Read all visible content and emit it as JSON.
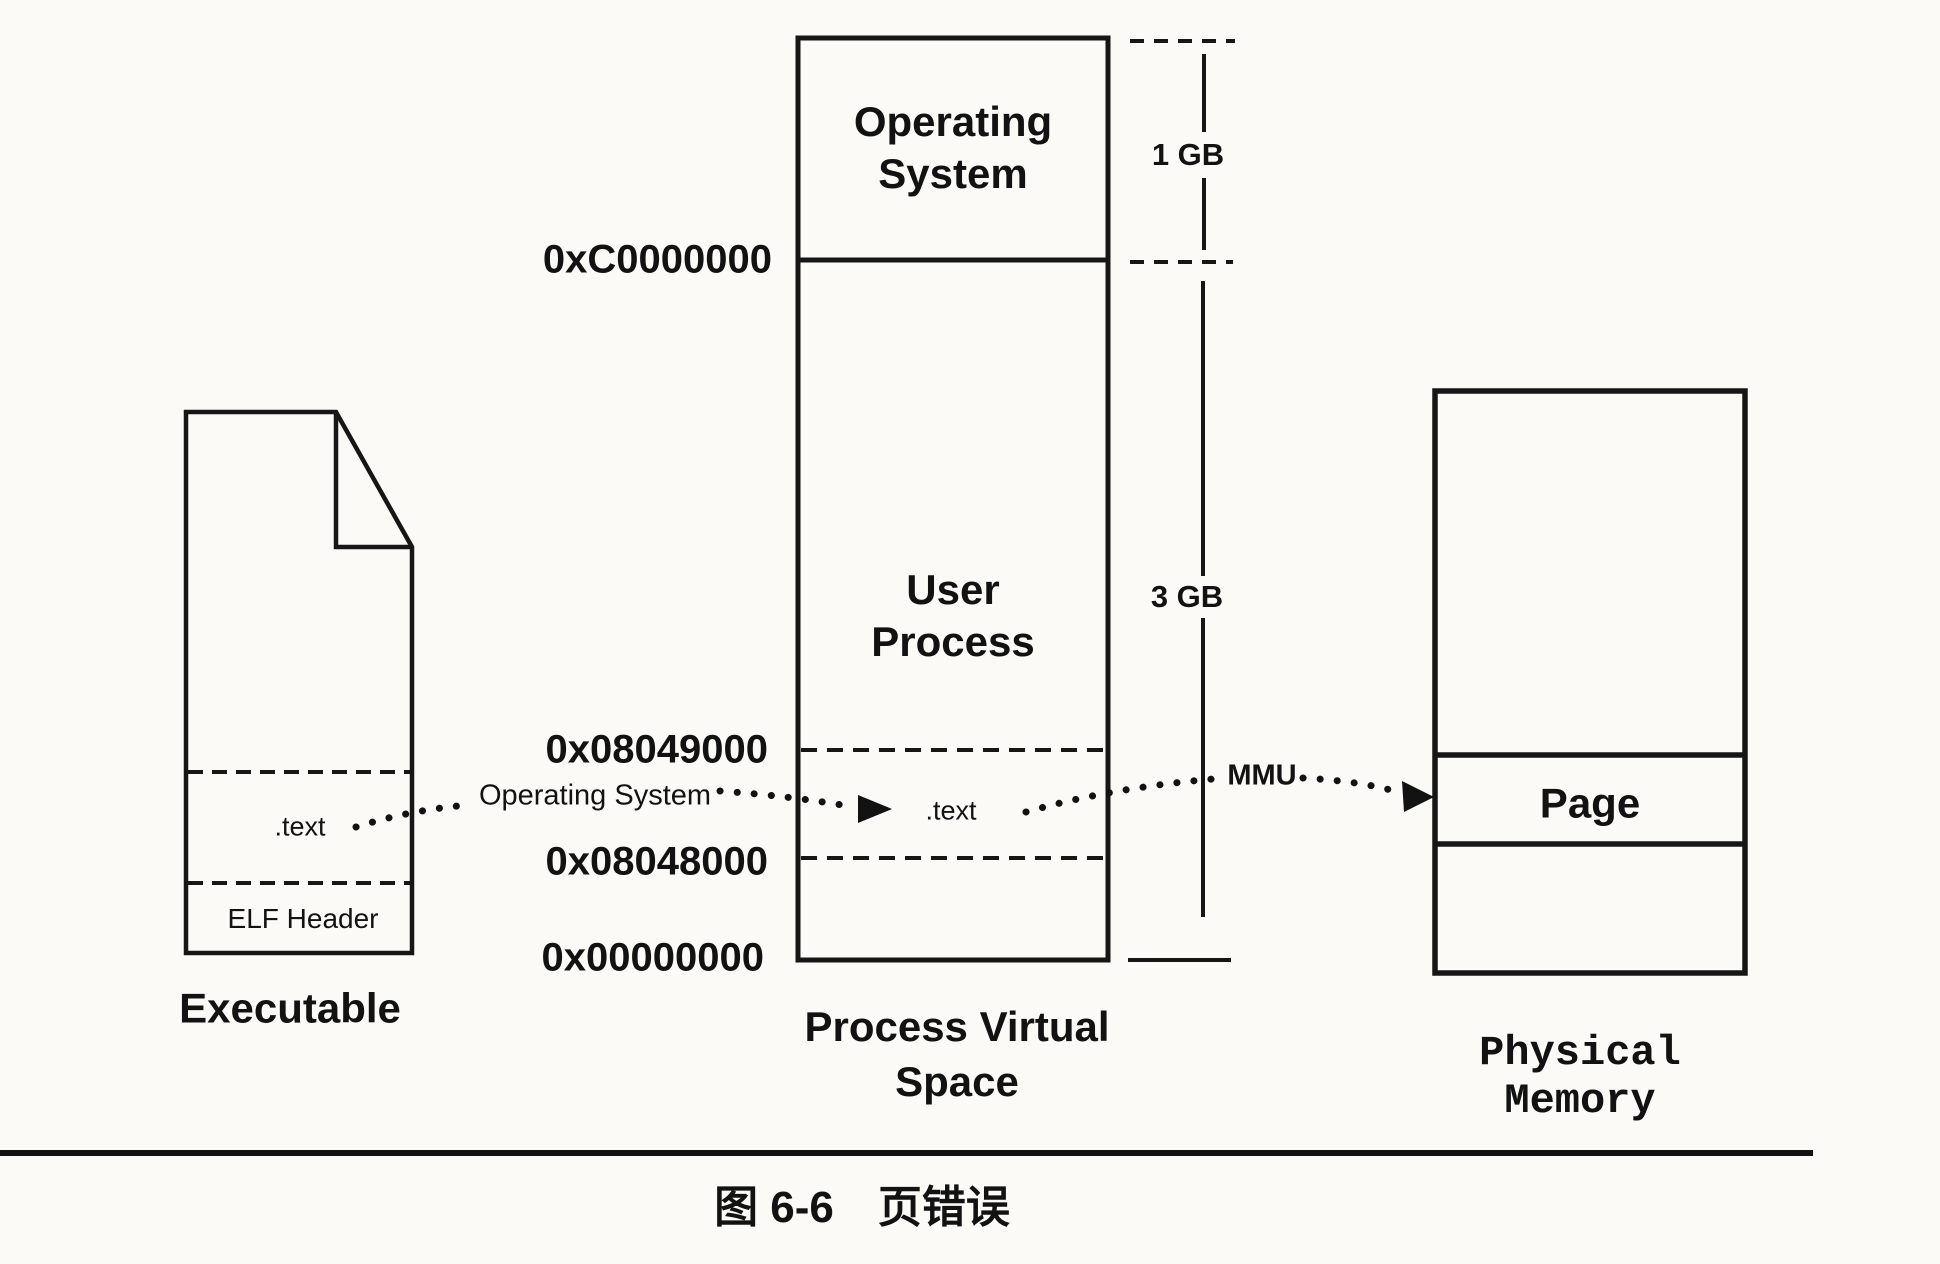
{
  "figure": {
    "caption": "图 6-6　页错误"
  },
  "executable": {
    "title": "Executable",
    "text_section": ".text",
    "elf_header": "ELF Header"
  },
  "virtual_space": {
    "title": "Process Virtual\nSpace",
    "os_region": "Operating\nSystem",
    "user_region": "User\nProcess",
    "text_section": ".text",
    "addresses": [
      "0xC0000000",
      "0x08049000",
      "0x08048000",
      "0x00000000"
    ],
    "os_size": "1 GB",
    "user_size": "3 GB"
  },
  "physical_memory": {
    "title": "Physical Memory",
    "page_label": "Page"
  },
  "arrows": {
    "loader_label": "Operating System",
    "mmu_label": "MMU"
  },
  "colors": {
    "ink": "#121212",
    "paper": "#fbfaf7"
  }
}
